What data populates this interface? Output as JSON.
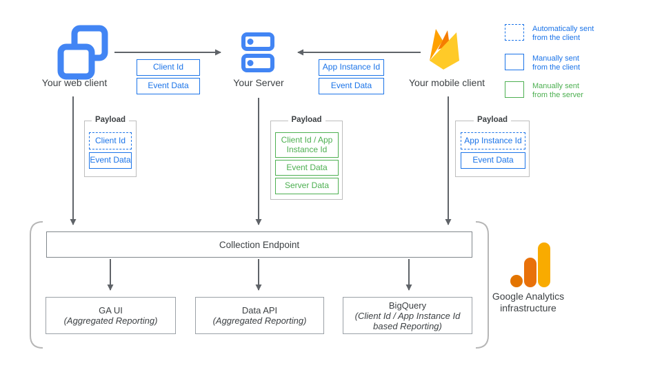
{
  "nodes": {
    "web_client": {
      "label": "Your web client"
    },
    "server": {
      "label": "Your Server"
    },
    "mobile_client": {
      "label": "Your mobile client"
    }
  },
  "flows": {
    "web_to_server": [
      "Client Id",
      "Event Data"
    ],
    "mobile_to_server": [
      "App Instance Id",
      "Event Data"
    ]
  },
  "payloads": {
    "title": "Payload",
    "web": [
      "Client Id",
      "Event Data"
    ],
    "server": [
      "Client Id / App Instance Id",
      "Event Data",
      "Server Data"
    ],
    "mobile": [
      "App Instance Id",
      "Event Data"
    ]
  },
  "legend": [
    {
      "line1": "Automatically sent",
      "line2": "from the client",
      "swatch": "dashed-blue"
    },
    {
      "line1": "Manually sent",
      "line2": "from the client",
      "swatch": "solid-blue"
    },
    {
      "line1": "Manually sent",
      "line2": "from the server",
      "swatch": "solid-green"
    }
  ],
  "infrastructure": {
    "collection_endpoint": "Collection Endpoint",
    "outputs": [
      {
        "title": "GA UI",
        "subtitle": "(Aggregated Reporting)"
      },
      {
        "title": "Data API",
        "subtitle": "(Aggregated Reporting)"
      },
      {
        "title": "BigQuery",
        "subtitle": "(Client Id / App Instance Id based Reporting)"
      }
    ],
    "caption": "Google Analytics infrastructure"
  },
  "colors": {
    "blue": "#1a73e8",
    "icon_blue": "#4285f4",
    "green": "#4caf50",
    "arrow_gray": "#5f6368",
    "firebase_yellow": "#ffca28",
    "firebase_orange": "#ffa000",
    "firebase_dark_orange": "#f57c00",
    "ga_orange": "#e37400",
    "ga_amber": "#f9ab00"
  }
}
